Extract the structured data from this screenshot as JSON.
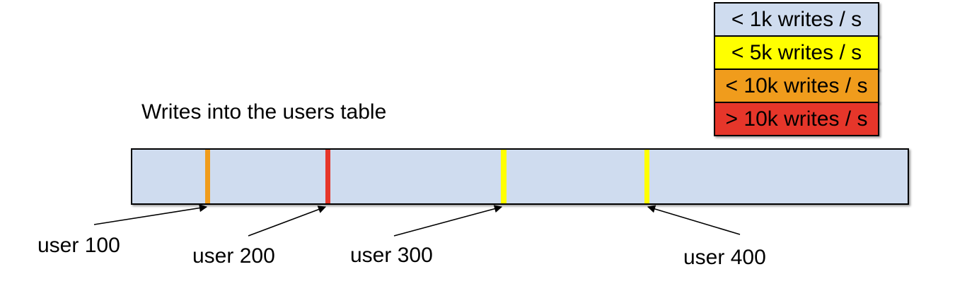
{
  "title": "Writes into the users table",
  "legend": {
    "items": [
      {
        "label": "< 1k writes / s",
        "color": "#cfdcef"
      },
      {
        "label": "< 5k writes / s",
        "color": "#ffff00"
      },
      {
        "label": "< 10k writes / s",
        "color": "#f09c1c"
      },
      {
        "label": "> 10k writes / s",
        "color": "#e6362a"
      }
    ]
  },
  "bar": {
    "fill": "#cfdcef",
    "border_color": "#000000",
    "stripes": [
      {
        "user": "user 100",
        "color": "#f09c1c",
        "legend_label": "< 10k writes / s"
      },
      {
        "user": "user 200",
        "color": "#e6362a",
        "legend_label": "> 10k writes / s"
      },
      {
        "user": "user 300",
        "color": "#ffff00",
        "legend_label": "< 5k writes / s"
      },
      {
        "user": "user 400",
        "color": "#ffff00",
        "legend_label": "< 5k writes / s"
      }
    ]
  }
}
